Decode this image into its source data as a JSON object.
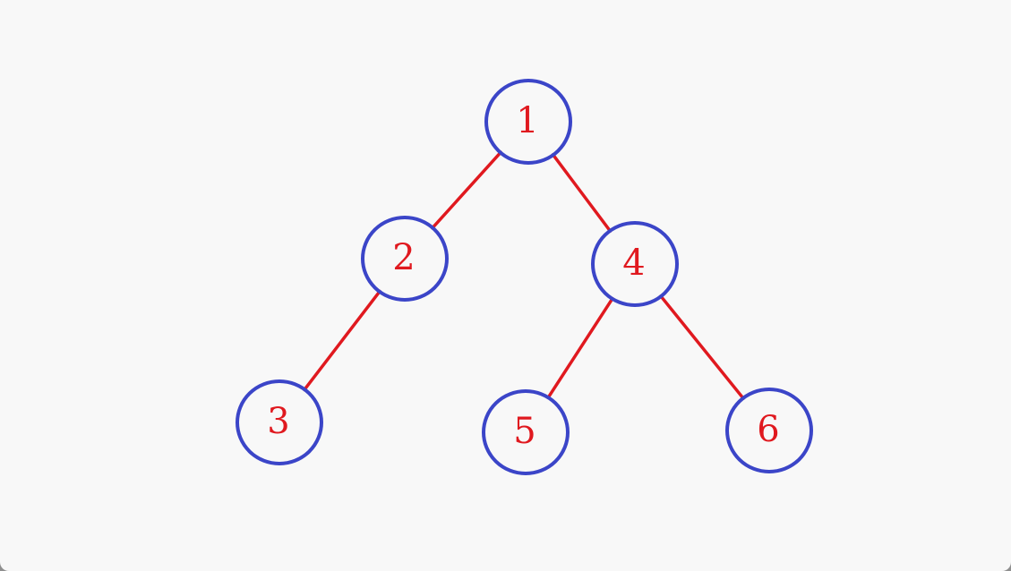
{
  "diagram": {
    "type": "binary-tree",
    "colors": {
      "node_stroke": "#3b45c8",
      "edge": "#e0191f",
      "label": "#e0191f",
      "background": "#f8f8f8"
    },
    "nodes": [
      {
        "id": "n1",
        "label": "1"
      },
      {
        "id": "n2",
        "label": "2"
      },
      {
        "id": "n3",
        "label": "3"
      },
      {
        "id": "n4",
        "label": "4"
      },
      {
        "id": "n5",
        "label": "5"
      },
      {
        "id": "n6",
        "label": "6"
      }
    ],
    "edges": [
      {
        "from": "n1",
        "to": "n2"
      },
      {
        "from": "n1",
        "to": "n4"
      },
      {
        "from": "n2",
        "to": "n3"
      },
      {
        "from": "n4",
        "to": "n5"
      },
      {
        "from": "n4",
        "to": "n6"
      }
    ]
  }
}
